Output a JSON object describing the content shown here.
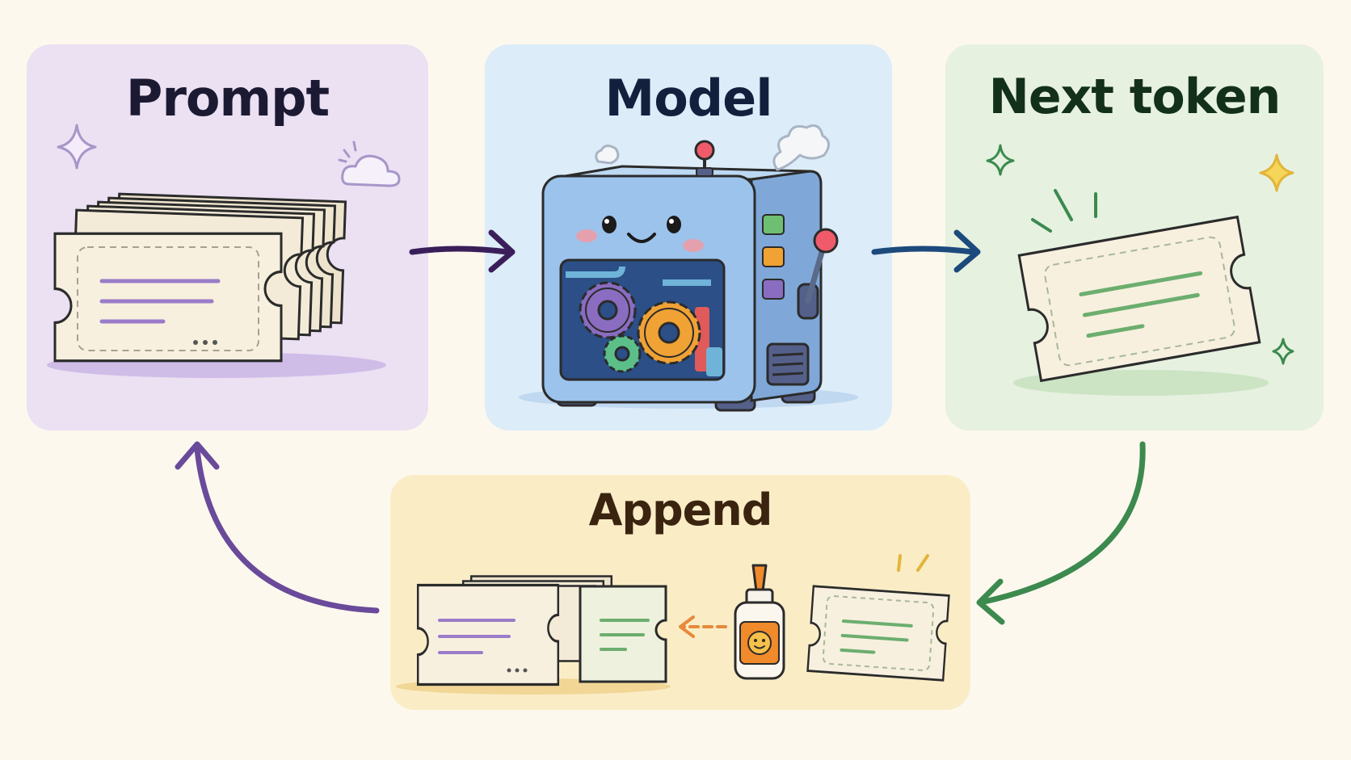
{
  "colors": {
    "background": "#fcf8ee",
    "prompt_panel": "#ece0f3",
    "model_panel": "#dcecf8",
    "next_panel": "#e6f1e0",
    "append_panel": "#faedc6",
    "prompt_title": "#1c1a33",
    "model_title": "#13203d",
    "next_title": "#13301b",
    "append_title": "#3a2410",
    "arrow_purple": "#3a1e5a",
    "arrow_blue": "#1d4a7d",
    "arrow_green": "#3c8a4e",
    "arrow_violet": "#6a4a9a",
    "arrow_orange": "#e8893a"
  },
  "panels": {
    "prompt": {
      "title": "Prompt"
    },
    "model": {
      "title": "Model"
    },
    "next_token": {
      "title": "Next token"
    },
    "append": {
      "title": "Append"
    }
  },
  "icons": {
    "prompt": [
      "sparkle-icon",
      "cloud-icon",
      "ticket-stack-icon"
    ],
    "model": [
      "machine-icon",
      "gear-icon",
      "lever-icon",
      "steam-icon"
    ],
    "next_token": [
      "sparkle-icon",
      "ticket-icon"
    ],
    "append": [
      "ticket-stack-icon",
      "glue-bottle-icon",
      "ticket-icon"
    ]
  }
}
